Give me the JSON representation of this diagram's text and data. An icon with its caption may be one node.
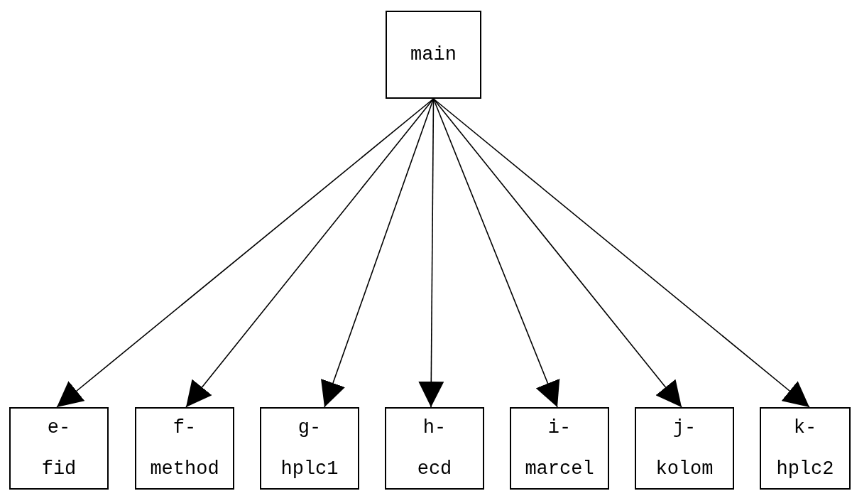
{
  "diagram": {
    "nodes": [
      {
        "text": [
          "main"
        ]
      },
      {
        "text": [
          "e- fid"
        ]
      },
      {
        "text": [
          "f- method"
        ]
      },
      {
        "text": [
          "g- hplc1"
        ]
      },
      {
        "text": [
          "h- ecd"
        ]
      },
      {
        "text": [
          "i- marcel"
        ]
      },
      {
        "text": [
          "j- kolom"
        ]
      },
      {
        "text": [
          "k- hplc2"
        ]
      }
    ],
    "edges": [
      {
        "from": 0,
        "to": 1,
        "arrow": "to"
      },
      {
        "from": 0,
        "to": 2,
        "arrow": "to"
      },
      {
        "from": 0,
        "to": 3,
        "arrow": "to"
      },
      {
        "from": 0,
        "to": 4,
        "arrow": "to"
      },
      {
        "from": 0,
        "to": 5,
        "arrow": "to"
      },
      {
        "from": 0,
        "to": 6,
        "arrow": "to"
      },
      {
        "from": 0,
        "to": 7,
        "arrow": "to"
      }
    ]
  }
}
